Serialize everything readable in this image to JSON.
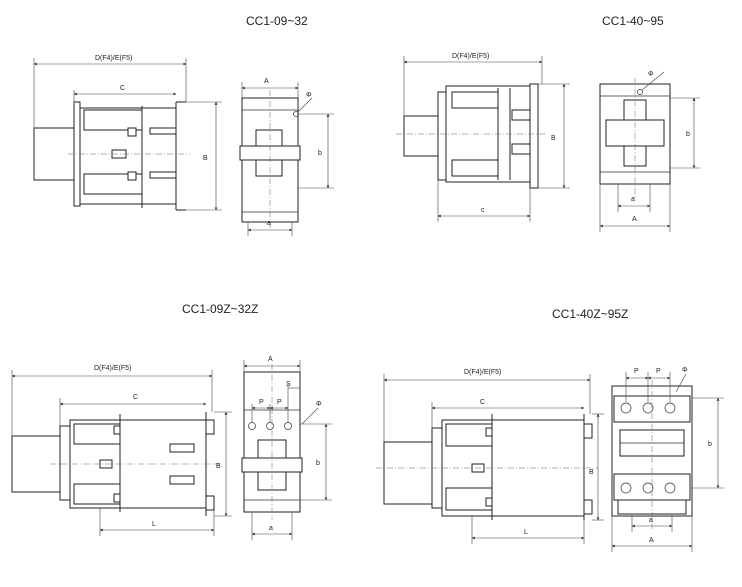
{
  "panels": {
    "tl": {
      "title": "CC1-09~32",
      "dim_d": "D(F4)/E(F5)",
      "dim_c": "C",
      "dim_b": "B",
      "dim_a": "A",
      "dim_phi": "Φ",
      "dim_b_small": "b",
      "dim_a_small": "a"
    },
    "tr": {
      "title": "CC1-40~95",
      "dim_d": "D(F4)/E(F5)",
      "dim_c": "c",
      "dim_b": "B",
      "dim_a": "A",
      "dim_phi": "Φ",
      "dim_b_small": "b",
      "dim_a_small": "a"
    },
    "bl": {
      "title": "CC1-09Z~32Z",
      "dim_d": "D(F4)/E(F5)",
      "dim_c": "C",
      "dim_b": "B",
      "dim_l": "L",
      "dim_a": "A",
      "dim_s": "S",
      "dim_p1": "P",
      "dim_p2": "P",
      "dim_phi": "Φ",
      "dim_b_small": "b",
      "dim_a_small": "a"
    },
    "br": {
      "title": "CC1-40Z~95Z",
      "dim_d": "D(F4)/E(F5)",
      "dim_c": "C",
      "dim_b": "B",
      "dim_l": "L",
      "dim_a": "A",
      "dim_p1": "P",
      "dim_p2": "P",
      "dim_phi": "Φ",
      "dim_b_small": "b",
      "dim_a_small": "a"
    }
  }
}
